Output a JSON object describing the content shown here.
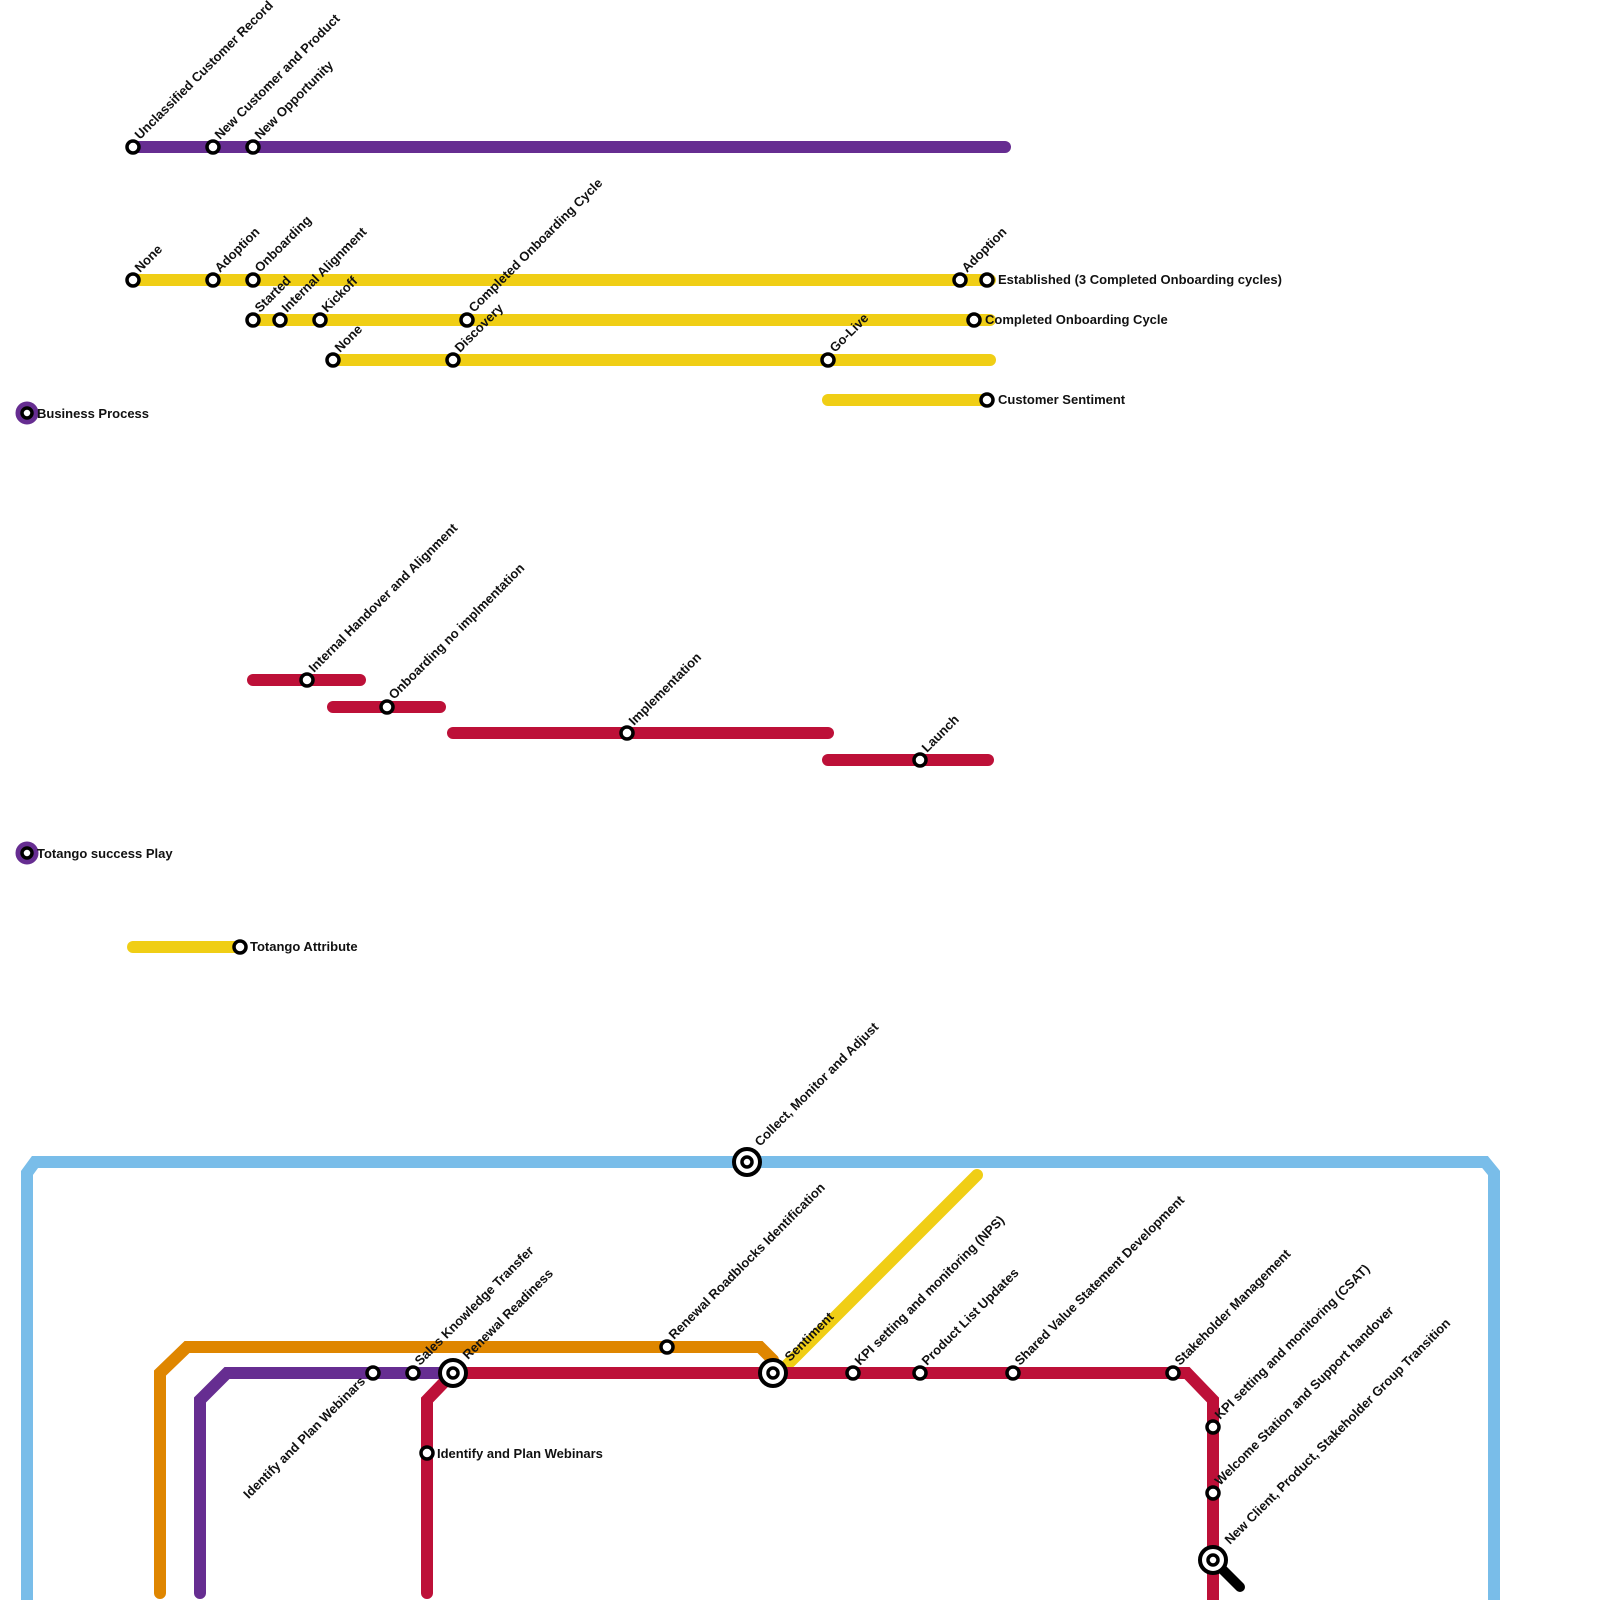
{
  "colors": {
    "business_process": "#662d91",
    "attribute": "#f0ce15",
    "success_play": "#bd1038",
    "renewal": "#df8600",
    "journey": "#79bde9",
    "marker": "#000000"
  },
  "legend": {
    "business_process": "Business Process",
    "success_play": "Totango success Play",
    "attribute": "Totango Attribute"
  },
  "lifecycle_line": {
    "stations": [
      "Unclassified Customer Record",
      "New Customer and Product",
      "New Opportunity"
    ]
  },
  "attribute_lines": {
    "stage": [
      "None",
      "Adoption",
      "Onboarding",
      "Adoption",
      "Established (3 Completed Onboarding cycles)"
    ],
    "onboarding": [
      "Started",
      "Internal Alignment",
      "Kickoff",
      "Completed Onboarding Cycle",
      "Completed Onboarding Cycle"
    ],
    "phase": [
      "None",
      "Discovery",
      "Go-Live"
    ],
    "sentiment": [
      "Customer Sentiment"
    ]
  },
  "success_plays": {
    "handover": "Internal Handover and Alignment",
    "onboarding": "Onboarding no implmentation",
    "implementation": "Implementation",
    "launch": "Launch"
  },
  "journey": {
    "hub": "Collect, Monitor and Adjust",
    "renewal": {
      "roadblocks": "Renewal Roadblocks Identification"
    },
    "purple_branch": {
      "webinars": "Identify and Plan Webinars",
      "sales_transfer": "Sales Knowledge Transfer"
    },
    "red_main": {
      "renewal_readiness": "Renewal Readiness",
      "webinars_branch": "Identify and Plan Webinars",
      "sentiment": "Sentiment",
      "kpi_nps": "KPI setting and monitoring (NPS)",
      "product_updates": "Product List Updates",
      "shared_value": "Shared Value Statement Development",
      "stakeholder": "Stakeholder Management",
      "kpi_csat": "KPI setting and monitoring (CSAT)",
      "welcome": "Welcome Station and Support handover",
      "transition": "New Client, Product, Stakeholder Group Transition"
    }
  }
}
